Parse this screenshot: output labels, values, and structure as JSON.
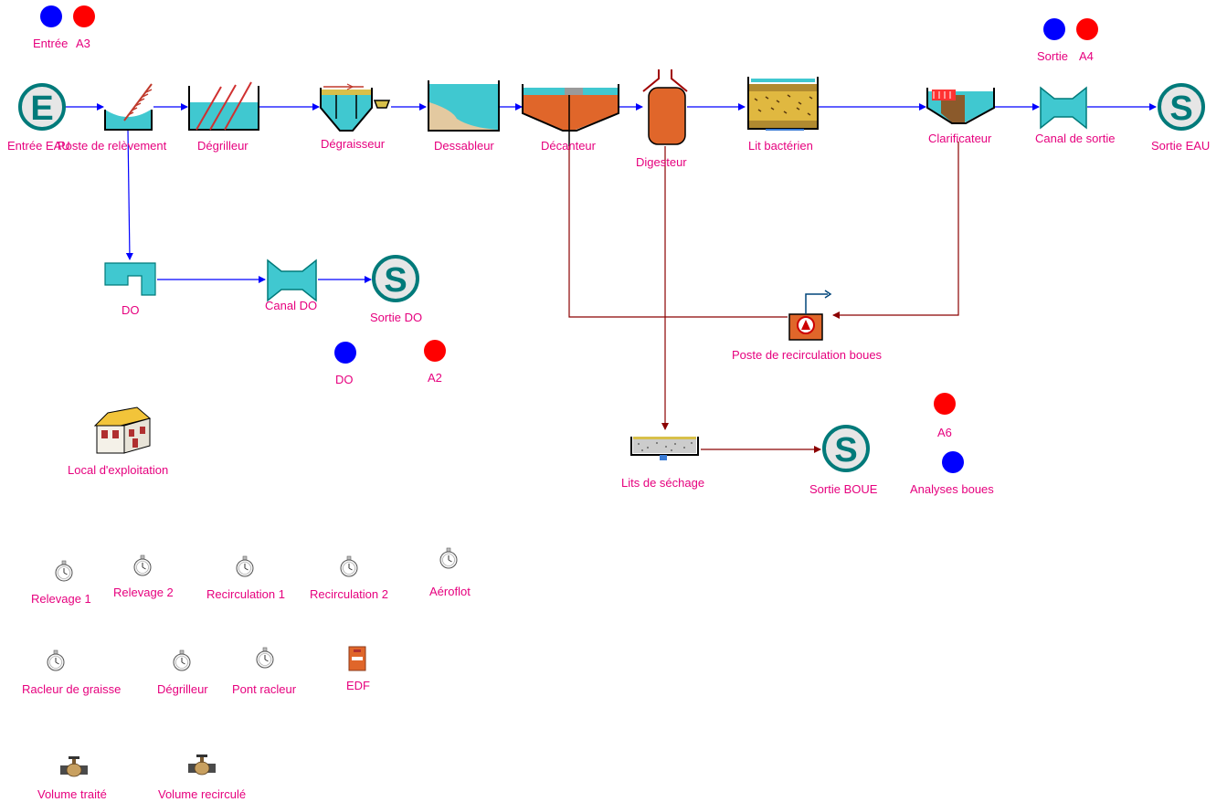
{
  "colors": {
    "label": "#e6007e",
    "water_pipe": "#0000ff",
    "sludge_pipe": "#8b0000",
    "terminal_teal": "#007a7a",
    "indicator_blue": "#0000ff",
    "indicator_red": "#ff0000"
  },
  "indicators": {
    "entree": "Entrée",
    "a3": "A3",
    "sortie": "Sortie",
    "a4": "A4",
    "do": "DO",
    "a2": "A2",
    "a6": "A6",
    "analyses_boues": "Analyses boues"
  },
  "process": {
    "entree_eau": "Entrée EAU",
    "poste_relevement": "Poste de relèvement",
    "degrilleur": "Dégrilleur",
    "degraisseur": "Dégraisseur",
    "dessableur": "Dessableur",
    "decanteur": "Décanteur",
    "digesteur": "Digesteur",
    "lit_bacterien": "Lit bactérien",
    "clarificateur": "Clarificateur",
    "canal_sortie": "Canal de sortie",
    "sortie_eau": "Sortie EAU",
    "do": "DO",
    "canal_do": "Canal DO",
    "sortie_do": "Sortie DO",
    "poste_recirculation": "Poste de recirculation boues",
    "lits_sechage": "Lits de séchage",
    "sortie_boue": "Sortie BOUE",
    "local": "Local d'exploitation"
  },
  "terminal_letters": {
    "entree": "E",
    "sortie": "S"
  },
  "timers": {
    "relevage1": "Relevage 1",
    "relevage2": "Relevage 2",
    "recirculation1": "Recirculation 1",
    "recirculation2": "Recirculation 2",
    "aeroflot": "Aéroflot",
    "racleur": "Racleur de graisse",
    "degrilleur": "Dégrilleur",
    "pont_racleur": "Pont racleur",
    "edf": "EDF"
  },
  "meters": {
    "volume_traite": "Volume traité",
    "volume_recircule": "Volume recirculé"
  }
}
